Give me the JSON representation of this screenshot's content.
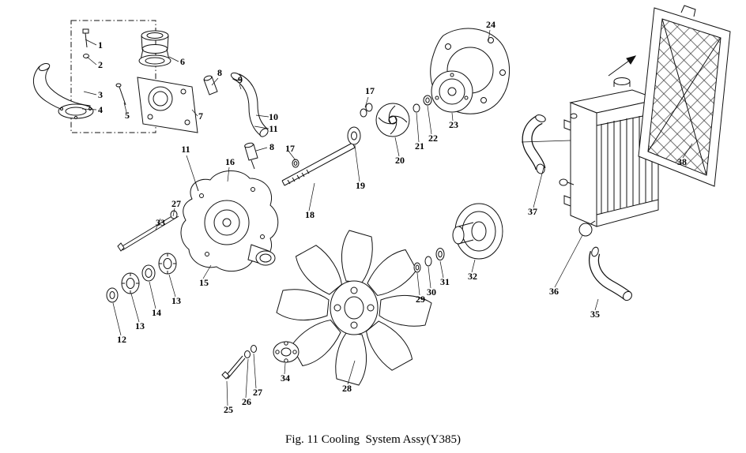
{
  "figure": {
    "caption": "Fig. 11 Cooling  System Assy(Y385)"
  },
  "labels": [
    "1",
    "2",
    "3",
    "4",
    "5",
    "6",
    "7",
    "8",
    "9",
    "10",
    "11",
    "8",
    "17",
    "11",
    "16",
    "17",
    "19",
    "18",
    "20",
    "21",
    "22",
    "23",
    "24",
    "33",
    "27",
    "15",
    "13",
    "14",
    "13",
    "12",
    "25",
    "26",
    "27",
    "34",
    "28",
    "29",
    "30",
    "31",
    "32",
    "37",
    "36",
    "35",
    "38"
  ]
}
